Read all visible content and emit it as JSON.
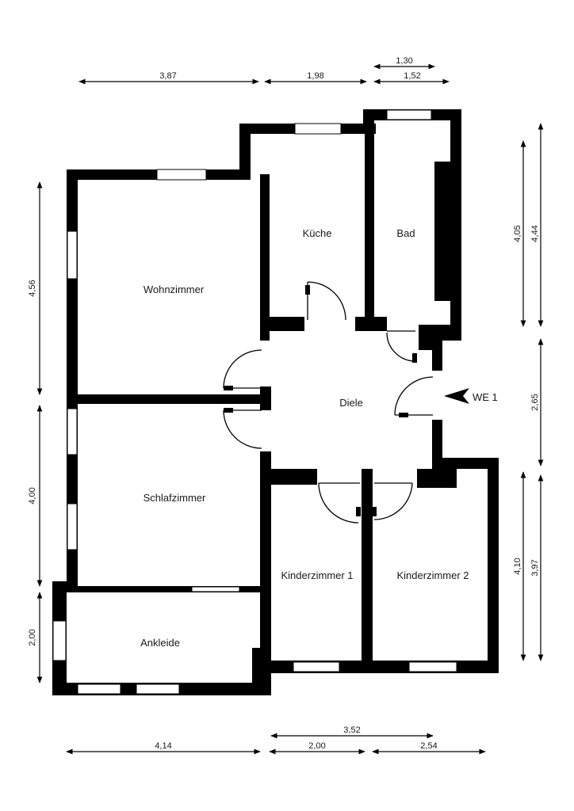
{
  "rooms": {
    "wohnzimmer": "Wohnzimmer",
    "kueche": "Küche",
    "bad": "Bad",
    "diele": "Diele",
    "schlafzimmer": "Schlafzimmer",
    "kinderzimmer1": "Kinderzimmer 1",
    "kinderzimmer2": "Kinderzimmer 2",
    "ankleide": "Ankleide"
  },
  "entrance_label": "WE 1",
  "dimensions": {
    "top": {
      "wohnzimmer_width": "3,87",
      "kueche_width": "1,98",
      "bad_inner": "1,30",
      "bad_outer": "1,52"
    },
    "left": {
      "wohnzimmer_height": "4,56",
      "schlafzimmer_height": "4,00",
      "ankleide_height": "2,00"
    },
    "right": {
      "bad_inner": "4,05",
      "bad_outer": "4,44",
      "diele": "2,65",
      "kinder_inner": "4,10",
      "kinder_outer": "3,97"
    },
    "bottom": {
      "ankleide_width": "4,14",
      "kinder1_width": "2,00",
      "kinder_total": "3,52",
      "kinder2_width": "2,54"
    }
  }
}
